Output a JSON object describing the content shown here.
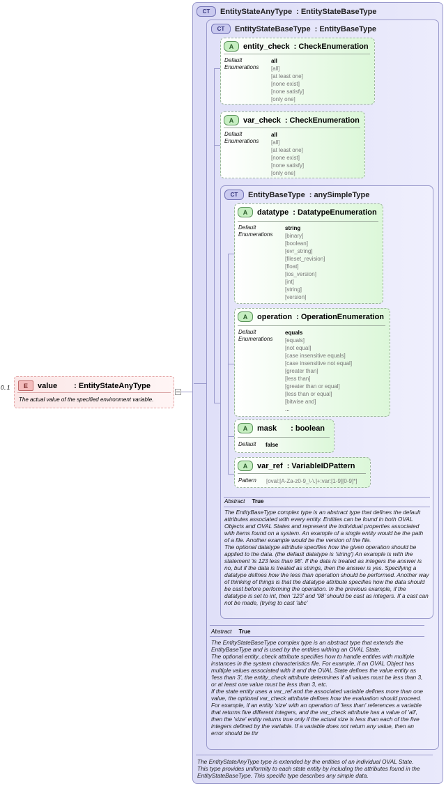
{
  "element": {
    "multiplicity": "0..1",
    "badge": "E",
    "name": "value",
    "type": ": EntityStateAnyType",
    "doc": "The actual value of the specified environment variable."
  },
  "outer": {
    "badge": "CT",
    "name": "EntityStateAnyType",
    "base": ": EntityStateBaseType",
    "doc": "The EntityStateAnyType type is extended by the entities of an individual OVAL State. This type provides uniformity to each state entity by including the attributes found in the EntityStateBaseType. This specific type describes any simple data."
  },
  "middle": {
    "badge": "CT",
    "name": "EntityStateBaseType",
    "base": ": EntityBaseType",
    "abstract_label": "Abstract",
    "abstract_value": "True",
    "doc": [
      "The EntityStateBaseType complex type is an abstract type that extends the EntityBaseType and is used by the entities withing an OVAL State.",
      "The optional entity_check attribute specifies how to handle entities with multiple instances in the system characteristics file. For example, if an OVAL Object has multiple values associated with it and the OVAL State defines the value entity as 'less than 3', the entity_check attribute determines if all values must be less than 3, or at least one value must be less than 3, etc.",
      "If the state entity uses a var_ref and the associated variable defines more than one value, the optional var_check attribute defines how the evaluation should proceed. For example, if an entity 'size' with an operation of 'less than' references a variable that returns five different integers, and the var_check attribute has a value of 'all', then the 'size' entity returns true only if the actual size is less than each of the five integers defined by the variable. If a variable does not return any value, then an error should be thr"
    ]
  },
  "inner": {
    "badge": "CT",
    "name": "EntityBaseType",
    "base": ": anySimpleType",
    "abstract_label": "Abstract",
    "abstract_value": "True",
    "doc": [
      "The EntityBaseType complex type is an abstract type that defines the default attributes associated with every entity. Entities can be found in both OVAL Objects and OVAL States and represent the individual properties associated with items found on a system. An example of a single entity would be the path of a file. Another example would be the version of the file.",
      "The optional datatype attribute specifies how the given operation should be applied to the data. (the default datatype is 'string') An example is with the statement 'is 123 less than 98'. If the data is treated as integers the answer is no, but if the data is treated as strings, then the answer is yes. Specifying a datatype defines how the less than operation should be performed. Another way of thinking of things is that the datatype attribute specifies how the data should be cast before performing the operation. In the previous example, if the datatype is set to int, then '123' and '98' should be cast as integers. If a cast can not be made, (trying to cast 'abc'"
    ]
  },
  "attributes": {
    "entity_check": {
      "badge": "A",
      "name": "entity_check",
      "type": ": CheckEnumeration",
      "label1": "Default",
      "label2": "Enumerations",
      "values": [
        "all",
        "[all]",
        "[at least one]",
        "[none exist]",
        "[none satisfy]",
        "[only one]"
      ]
    },
    "var_check": {
      "badge": "A",
      "name": "var_check",
      "type": ": CheckEnumeration",
      "label1": "Default",
      "label2": "Enumerations",
      "values": [
        "all",
        "[all]",
        "[at least one]",
        "[none exist]",
        "[none satisfy]",
        "[only one]"
      ]
    },
    "datatype": {
      "badge": "A",
      "name": "datatype",
      "type": ": DatatypeEnumeration",
      "label1": "Default",
      "label2": "Enumerations",
      "values": [
        "string",
        "[binary]",
        "[boolean]",
        "[evr_string]",
        "[fileset_revision]",
        "[float]",
        "[ios_version]",
        "[int]",
        "[string]",
        "[version]"
      ]
    },
    "operation": {
      "badge": "A",
      "name": "operation",
      "type": ": OperationEnumeration",
      "label1": "Default",
      "label2": "Enumerations",
      "values": [
        "equals",
        "[equals]",
        "[not equal]",
        "[case insensitive equals]",
        "[case insensitive not equal]",
        "[greater than]",
        "[less than]",
        "[greater than or equal]",
        "[less than or equal]",
        "[bitwise and]",
        "..."
      ]
    },
    "mask": {
      "badge": "A",
      "name": "mask",
      "type": ": boolean",
      "label1": "Default",
      "value": "false"
    },
    "var_ref": {
      "badge": "A",
      "name": "var_ref",
      "type": ": VariableIDPattern",
      "label1": "Pattern",
      "value": "[oval:[A-Za-z0-9_\\-\\.]+:var:[1-9][0-9]*]"
    }
  }
}
